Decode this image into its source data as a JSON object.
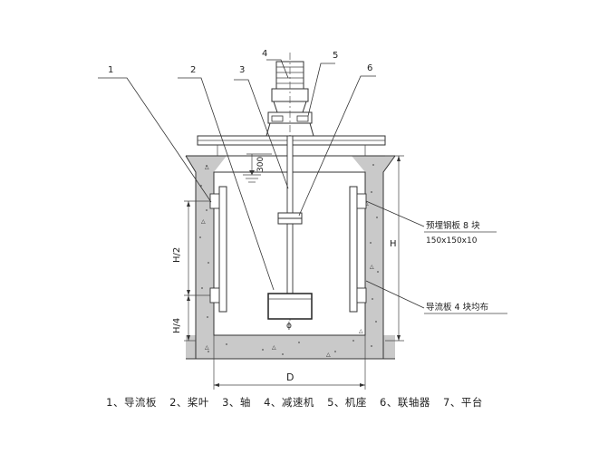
{
  "diagram": {
    "callouts": [
      "1",
      "2",
      "3",
      "4",
      "5",
      "6"
    ],
    "dimensions": {
      "depth_300": "300",
      "h_half": "H/2",
      "h_quarter": "H/4",
      "height": "H",
      "diameter": "D"
    },
    "notes": {
      "embedded_plate_line1": "预埋钢板 8 块",
      "embedded_plate_line2": "150x150x10",
      "baffle_note": "导流板 4 块均布"
    },
    "phi_symbol": "ϕ"
  },
  "legend": {
    "items": [
      "1、导流板",
      "2、桨叶",
      "3、轴",
      "4、减速机",
      "5、机座",
      "6、联轴器",
      "7、平台"
    ]
  }
}
